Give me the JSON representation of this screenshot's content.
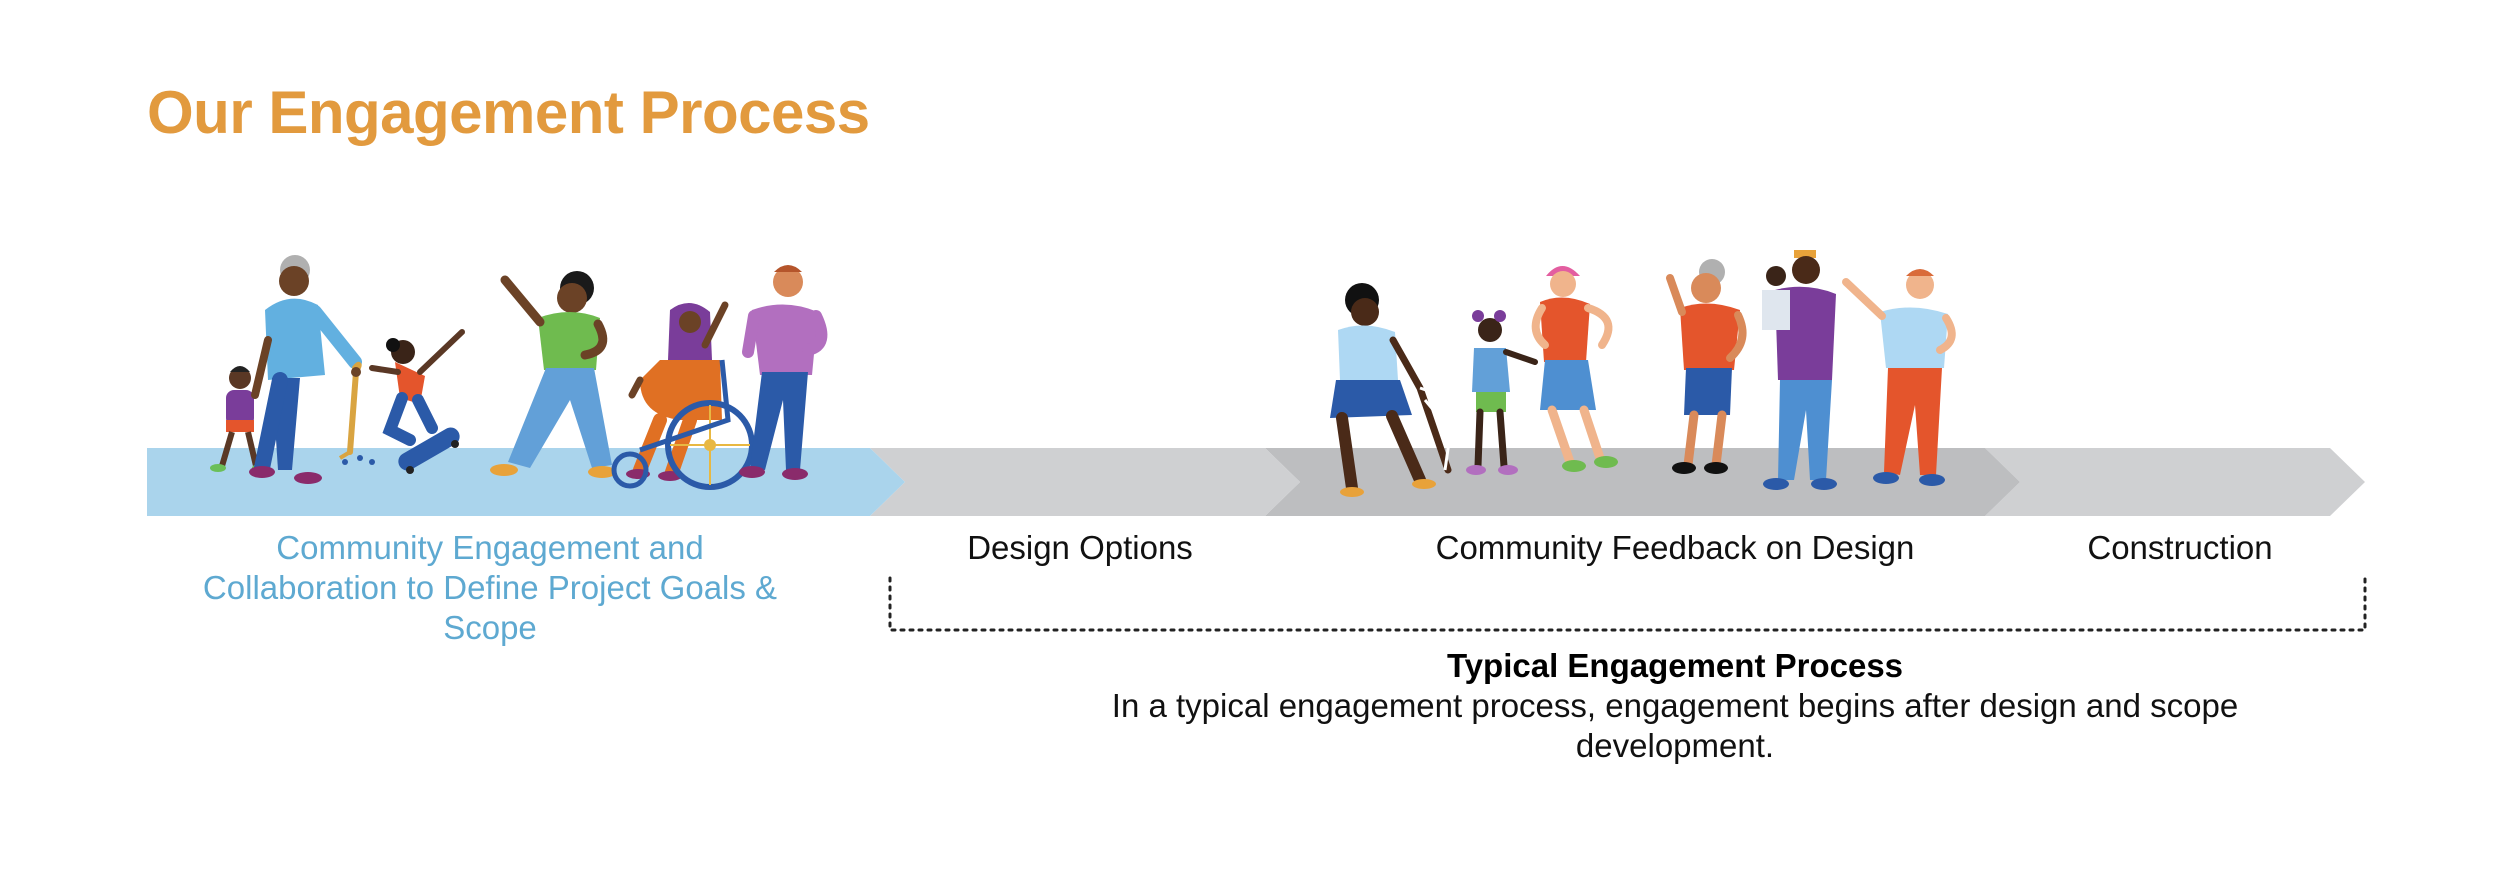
{
  "page_title": "Our Engagement Process",
  "stages": [
    {
      "label": "Community Engagement and Collaboration to Define Project Goals & Scope"
    },
    {
      "label": "Design Options"
    },
    {
      "label": "Community Feedback on Design"
    },
    {
      "label": "Construction"
    }
  ],
  "typical": {
    "title": "Typical Engagement Process",
    "description": "In a typical engagement process, engagement begins after design and scope development."
  },
  "colors": {
    "title": "#e29a3e",
    "first_stage": "#aad4ec",
    "first_stage_text": "#5ea9d1",
    "light_grey": "#cfd0d2",
    "dark_grey": "#bdbec0"
  }
}
